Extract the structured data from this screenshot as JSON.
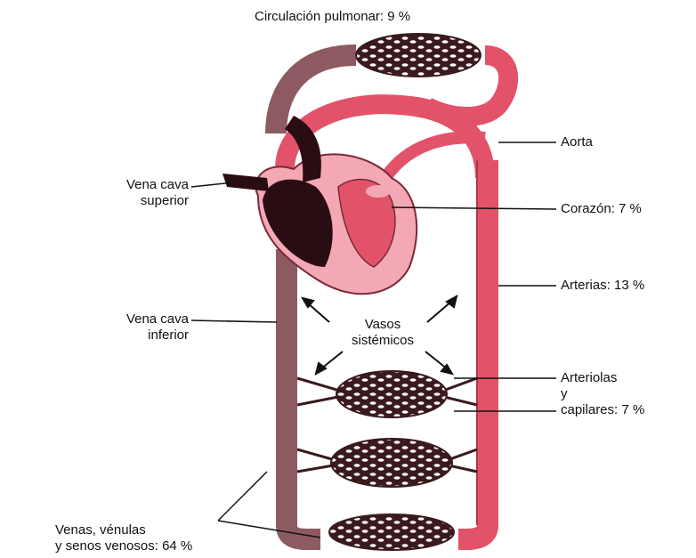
{
  "title": "Circulación pulmonar: 9 %",
  "labels": {
    "vena_cava_superior": [
      "Vena cava",
      "superior"
    ],
    "vena_cava_inferior": [
      "Vena cava",
      "inferior"
    ],
    "vasos_sistemicos": [
      "Vasos",
      "sistémicos"
    ],
    "aorta": "Aorta",
    "corazon": "Corazón: 7 %",
    "arterias": "Arterias: 13 %",
    "arteriolas_capilares": [
      "Arteriolas",
      "y",
      "capilares: 7 %"
    ],
    "venas": [
      "Venas, vénulas",
      "y senos venosos: 64 %"
    ]
  },
  "colors": {
    "artery": "#e2536a",
    "artery_dark": "#b23447",
    "vein": "#8e5a62",
    "heart_dark": "#2a0d12",
    "heart_light": "#f4a8b6",
    "capillary": "#3a1a1e",
    "line": "#111111"
  }
}
